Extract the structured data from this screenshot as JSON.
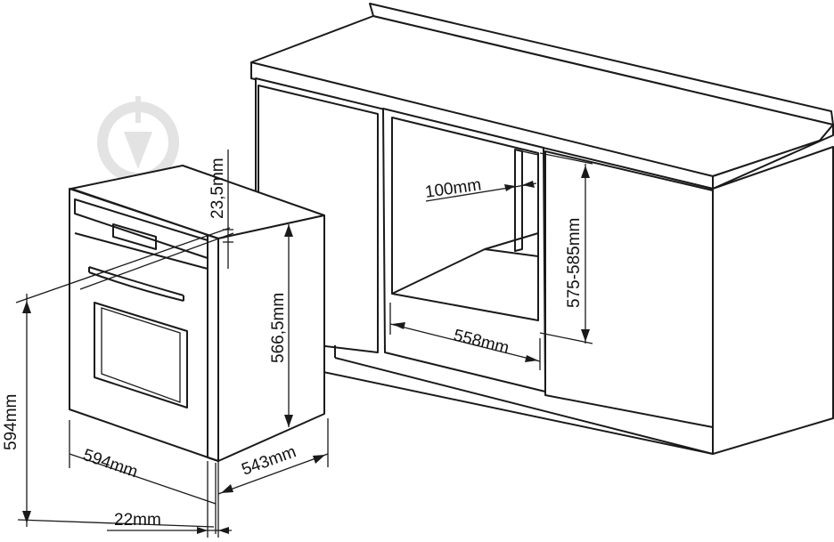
{
  "labels": {
    "oven_top_gap": "23,5mm",
    "oven_height_front": "594mm",
    "oven_height_body": "566,5mm",
    "oven_width": "594mm",
    "oven_depth": "543mm",
    "front_thickness": "22mm",
    "niche_rear_gap": "100mm",
    "niche_width": "558mm",
    "niche_height": "575-585mm"
  },
  "icons": {
    "watermark": "brand-logo-icon"
  },
  "colors": {
    "line": "#1a1a1a",
    "background": "#ffffff",
    "watermark": "#e3e3e3"
  }
}
